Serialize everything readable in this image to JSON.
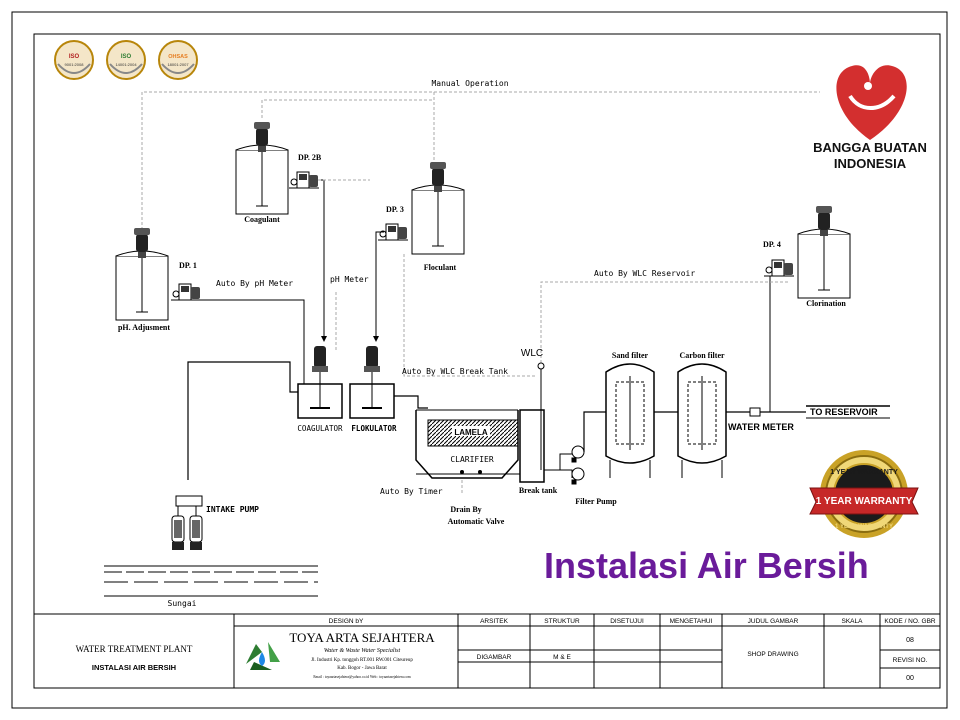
{
  "badges": [
    {
      "line1": "ISO",
      "line2": "9001:2008",
      "color": "#b22222"
    },
    {
      "line1": "ISO",
      "line2": "14001:2004",
      "color": "#2e7d32"
    },
    {
      "line1": "OHSAS",
      "line2": "18001:2007",
      "color": "#e67e22"
    }
  ],
  "brand_logo": {
    "text1": "BANGGA BUATAN",
    "text2": "INDONESIA",
    "color": "#d32f2f"
  },
  "labels": {
    "manual_operation": "Manual Operation",
    "coagulant": "Coagulant",
    "dp2b": "DP. 2B",
    "dp3": "DP. 3",
    "floculant": "Floculant",
    "dp1": "DP. 1",
    "auto_ph": "Auto By pH Meter",
    "ph_meter": "pH Meter",
    "ph_adjustment": "pH. Adjusment",
    "auto_wlc_reservoir": "Auto By WLC Reservoir",
    "dp4": "DP. 4",
    "clorination": "Clorination",
    "wlc": "WLC",
    "auto_wlc_break": "Auto By WLC Break Tank",
    "sand_filter": "Sand filter",
    "carbon_filter": "Carbon filter",
    "lamela": "LAMELA",
    "clarifier": "CLARIFIER",
    "coagulator": "COAGULATOR",
    "flokulator": "FLOKULATOR",
    "water_meter": "WATER METER",
    "to_reservoir": "TO RESERVOIR",
    "auto_timer": "Auto By Timer",
    "break_tank": "Break tank",
    "filter_pump": "Filter Pump",
    "drain_by": "Drain By",
    "automatic_valve": "Automatic Valve",
    "intake_pump": "INTAKE PUMP",
    "sungai": "Sungai"
  },
  "warranty": {
    "top": "1 YEAR WARRANTY",
    "ribbon": "1 YEAR WARRANTY",
    "bottom": "1 YEAR WARRANTY"
  },
  "headline": {
    "text": "Instalasi Air Bersih",
    "color": "#6a1b9a"
  },
  "title_block": {
    "project": "WATER TREATMENT PLANT",
    "subtitle": "INSTALASI AIR BERSIH",
    "design_by": "DESIGN bY",
    "company": "TOYA ARTA SEJAHTERA",
    "tagline": "Water & Waste Water Specialist",
    "address1": "Jl. Industri Kp. tonggoh RT.001 RW.001 Citeureup",
    "address2": "Kab. Bogor - Jawa Barat",
    "email": "Email : toyaartasejahtera@yahoo.co.id Web : toyaartasejahtera.com",
    "arsitek": "ARSITEK",
    "struktur": "STRUKTUR",
    "disetujui": "DISETUJUI",
    "mengetahui": "MENGETAHUI",
    "judul_gambar": "JUDUL GAMBAR",
    "skala": "SKALA",
    "kode": "KODE / NO. GBR",
    "kode_val": "08",
    "digambar": "DIGAMBAR",
    "me": "M & E",
    "shop_drawing": "SHOP DRAWING",
    "revisi": "REVISI NO.",
    "revisi_val": "00"
  }
}
